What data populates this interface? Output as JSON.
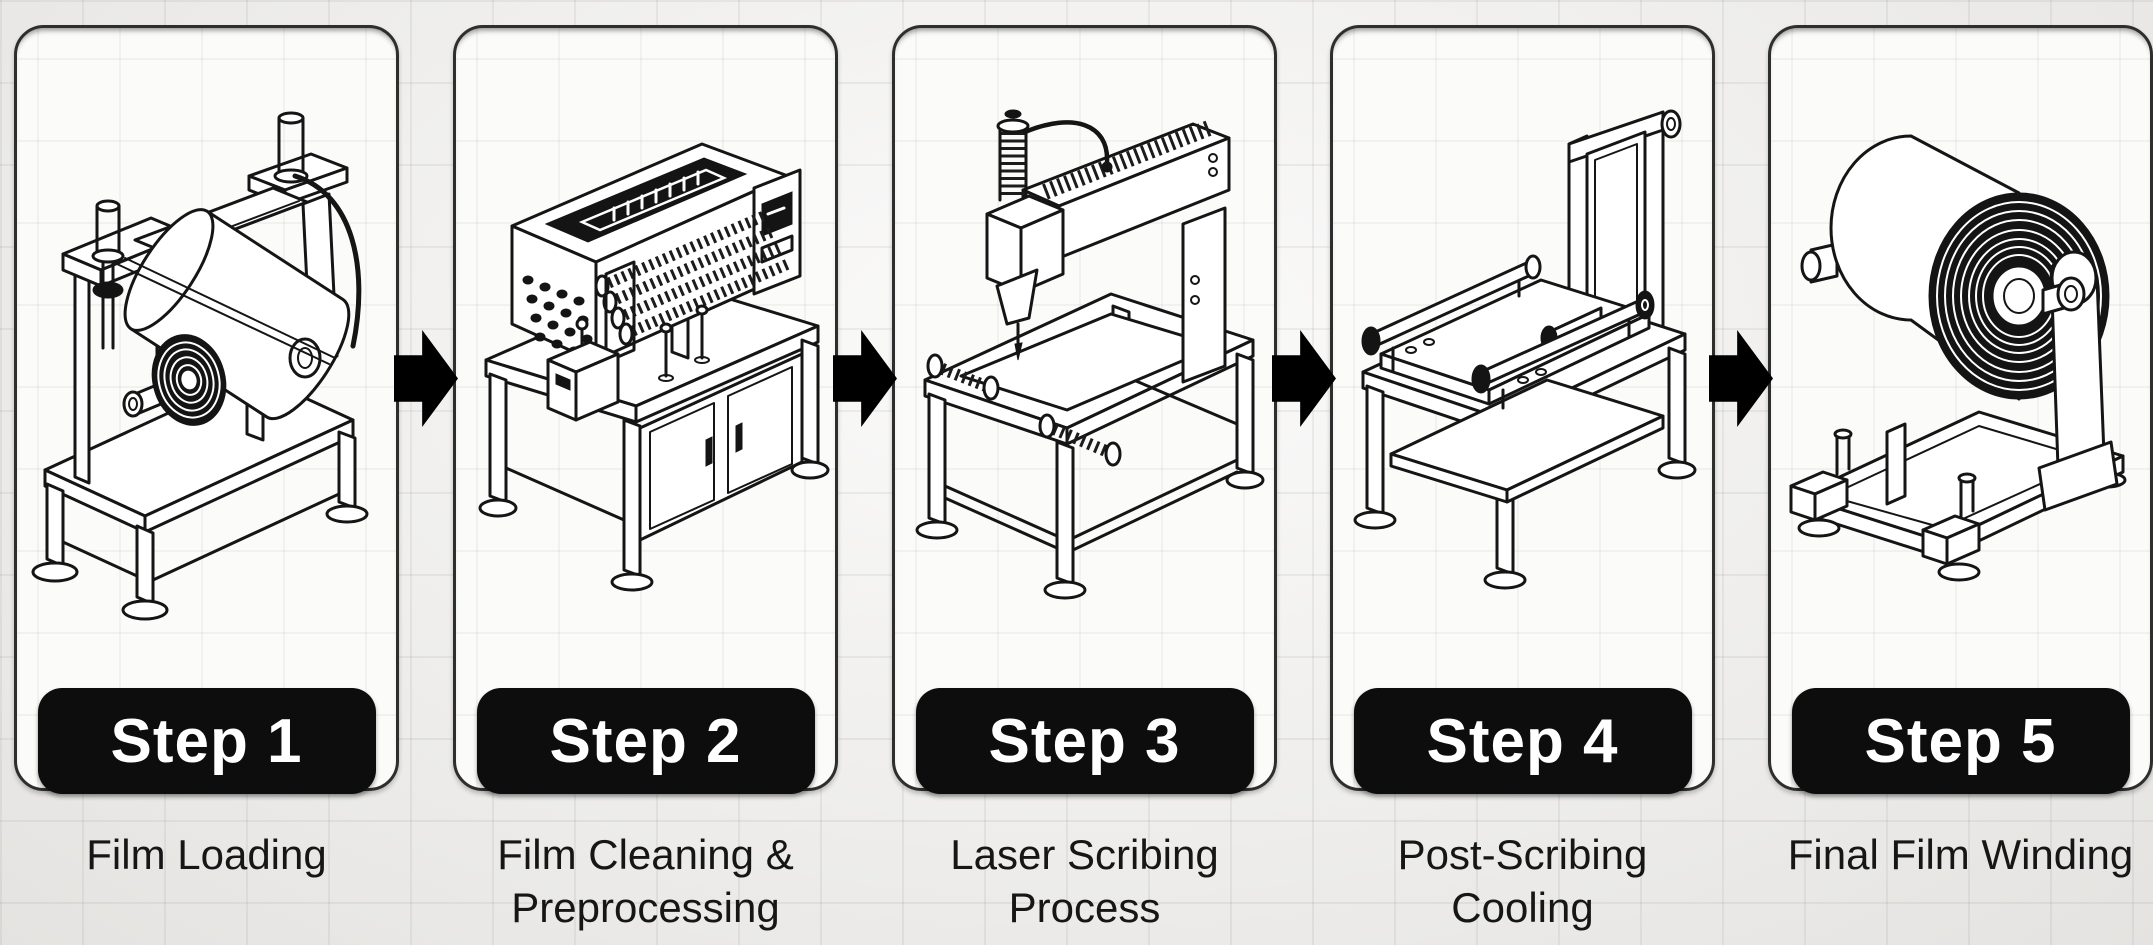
{
  "diagram": {
    "kind": "process-flow",
    "step_count": 5,
    "direction": "left-to-right"
  },
  "steps": [
    {
      "badge": "Step 1",
      "caption_line1": "Film Loading",
      "caption_line2": "",
      "illustration": "film-loading-machine"
    },
    {
      "badge": "Step 2",
      "caption_line1": "Film Cleaning &",
      "caption_line2": "Preprocessing",
      "illustration": "film-cleaning-preprocessing-machine"
    },
    {
      "badge": "Step 3",
      "caption_line1": "Laser Scribing",
      "caption_line2": "Process",
      "illustration": "laser-scribing-machine"
    },
    {
      "badge": "Step 4",
      "caption_line1": "Post-Scribing",
      "caption_line2": "Cooling",
      "illustration": "post-scribing-cooling-machine"
    },
    {
      "badge": "Step 5",
      "caption_line1": "Final Film Winding",
      "caption_line2": "",
      "illustration": "final-film-winding-machine"
    }
  ],
  "arrows": {
    "count": 4,
    "direction": "right",
    "color": "#000000"
  },
  "colors": {
    "background": "#f1f0ee",
    "grid_line": "#e2e1df",
    "card_background": "#fbfbf9",
    "card_border": "#2e2e2e",
    "badge_background": "#0d0d0d",
    "badge_text": "#ffffff",
    "caption_text": "#161616",
    "line_art": "#151515"
  }
}
